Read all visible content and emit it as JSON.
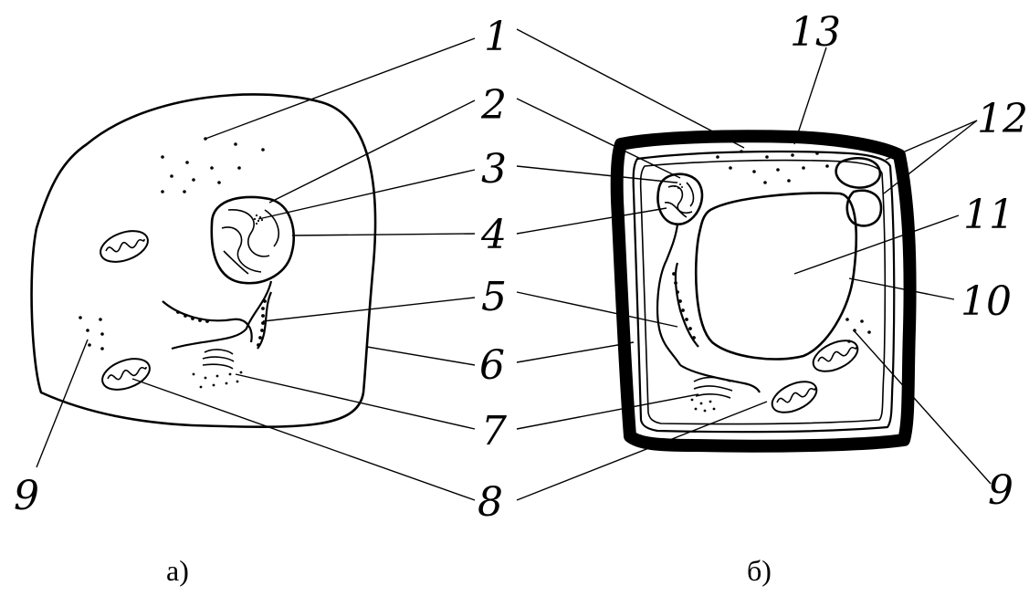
{
  "labels": {
    "l1": "1",
    "l2": "2",
    "l3": "3",
    "l4": "4",
    "l5": "5",
    "l6": "6",
    "l7": "7",
    "l8": "8",
    "l9_left": "9",
    "l9_right": "9",
    "l10": "10",
    "l11": "11",
    "l12": "12",
    "l13": "13"
  },
  "captions": {
    "left": "а)",
    "right": "б)"
  },
  "colors": {
    "ink": "#000000",
    "background": "#ffffff"
  }
}
